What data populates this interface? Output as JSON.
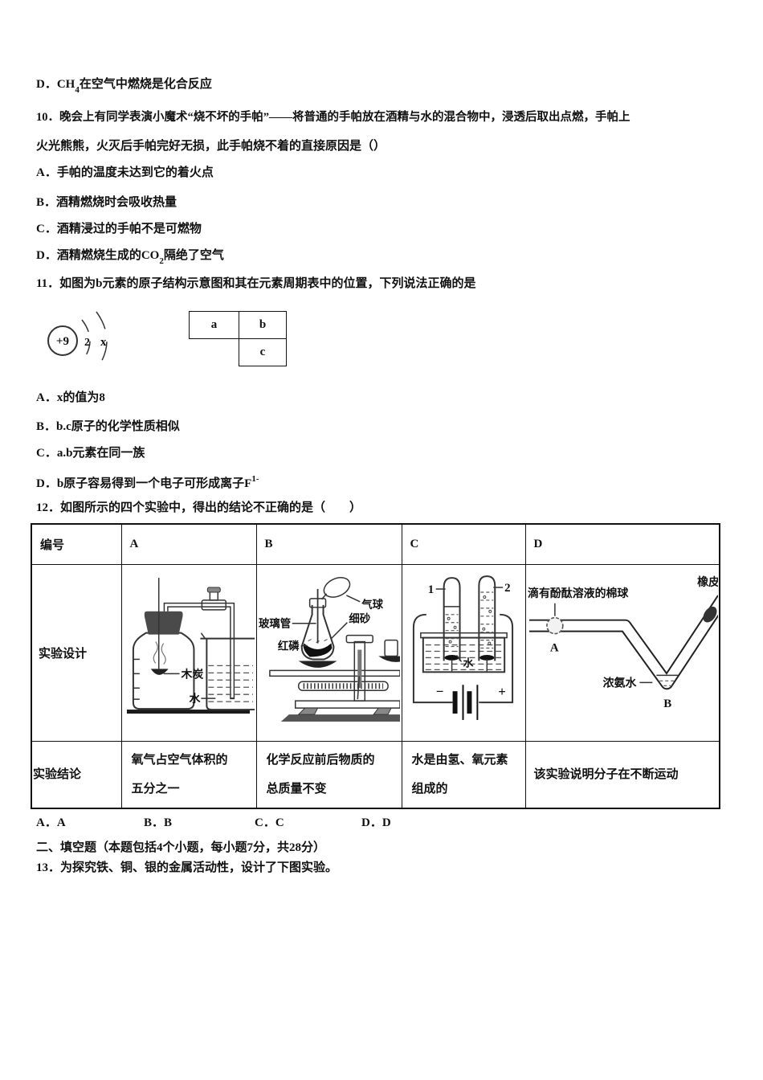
{
  "q9": {
    "option_d_pre": "D．CH",
    "option_d_sub": "4",
    "option_d_post": "在空气中燃烧是化合反应"
  },
  "q10": {
    "line1": "10．晚会上有同学表演小魔术“烧不坏的手帕”——将普通的手帕放在酒精与水的混合物中，浸透后取出点燃，手帕上",
    "line2": "火光熊熊，火灭后手帕完好无损，此手帕烧不着的直接原因是（）",
    "option_a": "A．手帕的温度未达到它的着火点",
    "option_b": "B．酒精燃烧时会吸收热量",
    "option_c": "C．酒精浸过的手帕不是可燃物",
    "option_d_pre": "D．酒精燃烧生成的CO",
    "option_d_sub": "2",
    "option_d_post": "隔绝了空气"
  },
  "q11": {
    "stem": "11．如图为b元素的原子结构示意图和其在元素周期表中的位置，下列说法正确的是",
    "atom": {
      "nucleus": "+9",
      "shell1": "2",
      "shell2": "x"
    },
    "grid": {
      "a": "a",
      "b": "b",
      "c": "c"
    },
    "option_a": "A．x的值为8",
    "option_b": "B．b.c原子的化学性质相似",
    "option_c": "C．a.b元素在同一族",
    "option_d_pre": "D．b原子容易得到一个电子可形成离子F",
    "option_d_sup": "1-"
  },
  "q12": {
    "stem": "12．如图所示的四个实验中，得出的结论不正确的是（　　）",
    "table": {
      "headers": [
        "编号",
        "A",
        "B",
        "C",
        "D"
      ],
      "design_label": "实验设计",
      "conclusion_label": "实验结论",
      "conclusion_a": "氧气占空气体积的五分之一",
      "conclusion_b": "化学反应前后物质的总质量不变",
      "conclusion_c": "水是由氢、氧元素组成的",
      "conclusion_d": "该实验说明分子在不断运动"
    },
    "diagram_a": {
      "charcoal": "木炭",
      "water": "水"
    },
    "diagram_b": {
      "balloon": "气球",
      "sand": "细砂",
      "glass_tube": "玻璃管",
      "red_phosphorus": "红磷"
    },
    "diagram_c": {
      "tube1": "1",
      "tube2": "2",
      "water": "水",
      "minus": "−",
      "plus": "+"
    },
    "diagram_d": {
      "cotton": "滴有酚酞溶液的棉球",
      "point_a": "A",
      "ammonia": "浓氨水",
      "point_b": "B",
      "rubber": "橡皮"
    },
    "answer_a": "A．A",
    "answer_b": "B．B",
    "answer_c": "C．C",
    "answer_d": "D．D"
  },
  "section2": {
    "heading": "二、填空题（本题包括4个小题，每小题7分，共28分）",
    "q13": "13．为探究铁、铜、银的金属活动性，设计了下图实验。"
  }
}
